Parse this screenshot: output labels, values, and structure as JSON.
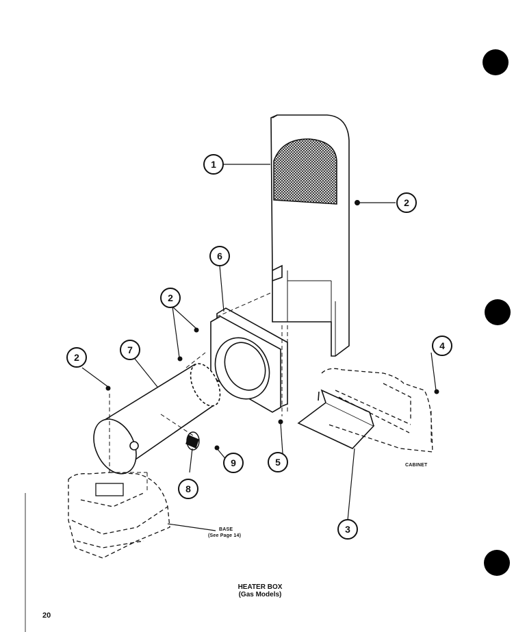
{
  "callouts": [
    "1",
    "2",
    "2",
    "2",
    "6",
    "7",
    "4",
    "5",
    "9",
    "8",
    "3"
  ],
  "labels": {
    "cabinet": "CABINET",
    "base": "BASE",
    "base_ref": "(See Page 14)"
  },
  "title": {
    "line1": "HEATER BOX",
    "line2": "(Gas Models)"
  },
  "page_number": "20"
}
